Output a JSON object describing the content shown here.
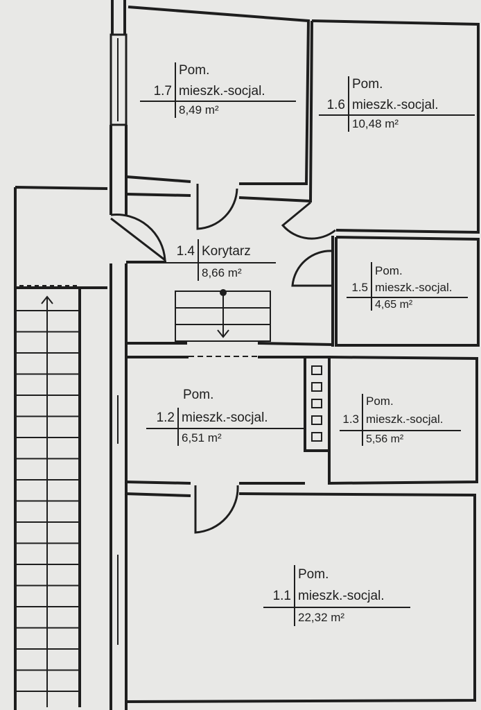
{
  "rooms": [
    {
      "id": "r17",
      "number": "1.7",
      "type": "Pom.",
      "name": "mieszk.-socjal.",
      "area": "8,49 m²"
    },
    {
      "id": "r16",
      "number": "1.6",
      "type": "Pom.",
      "name": "mieszk.-socjal.",
      "area": "10,48 m²"
    },
    {
      "id": "r14",
      "number": "1.4",
      "name": "Korytarz",
      "area": "8,66 m²"
    },
    {
      "id": "r15",
      "number": "1.5",
      "type": "Pom.",
      "name": "mieszk.-socjal.",
      "area": "4,65 m²"
    },
    {
      "id": "r12",
      "number": "1.2",
      "type": "Pom.",
      "name": "mieszk.-socjal.",
      "area": "6,51 m²"
    },
    {
      "id": "r13",
      "number": "1.3",
      "type": "Pom.",
      "name": "mieszk.-socjal.",
      "area": "5,56 m²"
    },
    {
      "id": "r11",
      "number": "1.1",
      "type": "Pom.",
      "name": "mieszk.-socjal.",
      "area": "22,32 m²"
    }
  ],
  "colors": {
    "paper": "#e8e8e6",
    "ink": "#1e1e1e"
  }
}
